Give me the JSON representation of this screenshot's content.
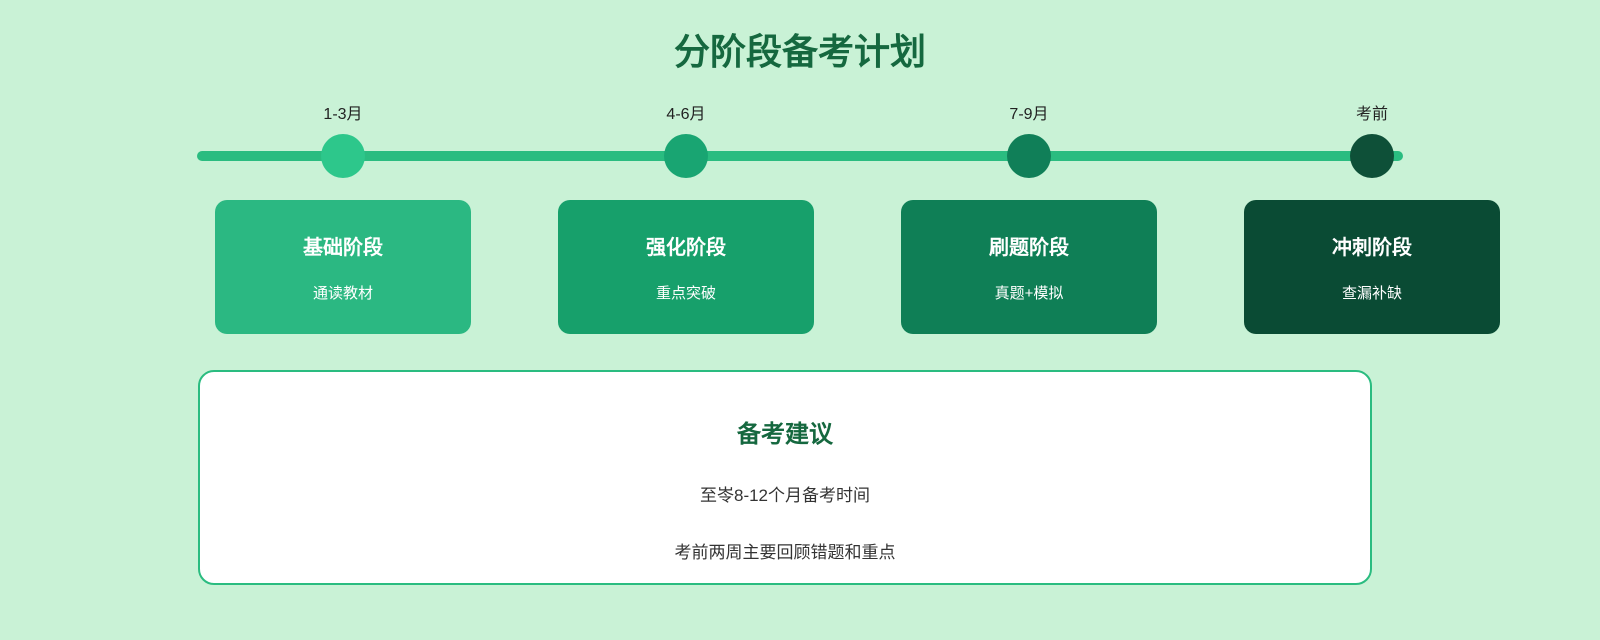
{
  "page": {
    "title": "分阶段备考计划",
    "colors": {
      "background": "#c9f2d6",
      "title": "#15683f",
      "timeline_line": "#2abc80",
      "advice_border": "#2abc80"
    }
  },
  "timeline": {
    "stages": [
      {
        "period": "1-3月",
        "name": "基础阶段",
        "desc": "通读教材",
        "dot_color": "#2dc78b",
        "card_color": "#2bb882"
      },
      {
        "period": "4-6月",
        "name": "强化阶段",
        "desc": "重点突破",
        "dot_color": "#19a572",
        "card_color": "#17a06b"
      },
      {
        "period": "7-9月",
        "name": "刷题阶段",
        "desc": "真题+模拟",
        "dot_color": "#107f58",
        "card_color": "#0f7f56"
      },
      {
        "period": "考前",
        "name": "冲刺阶段",
        "desc": "查漏补缺",
        "dot_color": "#0e5038",
        "card_color": "#0a4b34"
      }
    ]
  },
  "advice": {
    "title": "备考建议",
    "items": [
      "至岺8-12个月备考时间",
      "考前两周主要回顾错题和重点"
    ]
  }
}
